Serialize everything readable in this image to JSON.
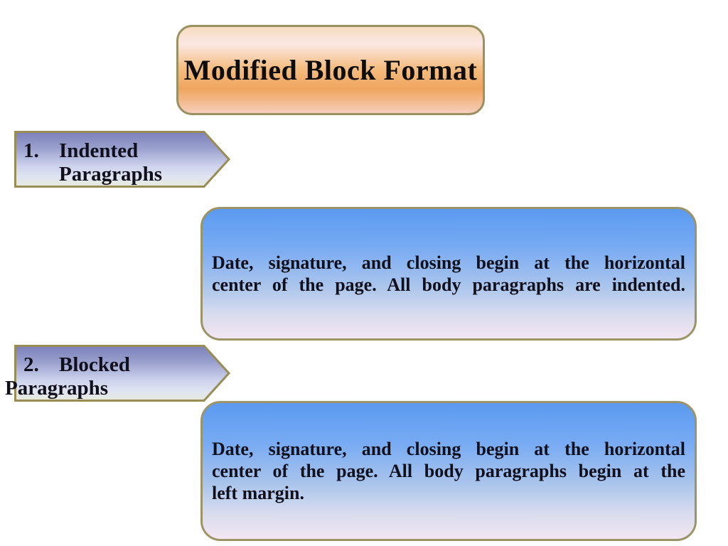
{
  "slide": {
    "title": "Modified Block Format",
    "items": [
      {
        "number": "1.",
        "label_line1": "Indented",
        "label_line2": "Paragraphs",
        "description": "Date, signature, and closing begin at the horizontal center of the page. All body paragraphs are indented.",
        "description_lines": [
          "Date, signature, and closing begin at the horizontal",
          "center of the page. All body paragraphs are indented."
        ]
      },
      {
        "number": "2.",
        "label_line1": "Blocked",
        "label_line2": "Paragraphs",
        "description": "Date, signature, and closing begin at the horizontal center of the page. All body paragraphs begin at the left margin.",
        "description_lines": [
          "Date, signature, and closing begin at the horizontal",
          "center of the page. All body paragraphs begin at the",
          "left margin."
        ]
      }
    ],
    "colors": {
      "background": "#ffffff",
      "title_border": "#9a9060",
      "title_gradient_top": "#f7dcc0",
      "title_gradient_pink_band": "#fbe8e4",
      "title_gradient_orange": "#efa55e",
      "title_gradient_bottom": "#f6cdbc",
      "arrow_border": "#998c55",
      "arrow_gradient_top": "#7b80ba",
      "arrow_gradient_mid": "#ccd2ec",
      "arrow_gradient_bottom": "#e7eadd",
      "box_border": "#9c9366",
      "box_gradient_top": "#5b9af0",
      "box_gradient_mid": "#abc5ec",
      "box_gradient_bottom": "#f3e6f2",
      "text_color": "#141414"
    }
  }
}
